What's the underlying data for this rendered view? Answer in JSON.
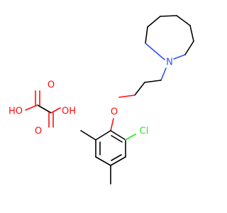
{
  "structure": {
    "atoms": {
      "nitrogen": "N",
      "ether_oxygen": "O",
      "chlorine": "Cl",
      "acid_o_top_left": "O",
      "acid_o_top_right": "O",
      "acid_oh_left": "HO",
      "acid_oh_right": "OH"
    },
    "colors": {
      "carbon": "#000000",
      "oxygen": "#ff0d0d",
      "nitrogen": "#3050f8",
      "chlorine": "#1ff01f"
    }
  }
}
